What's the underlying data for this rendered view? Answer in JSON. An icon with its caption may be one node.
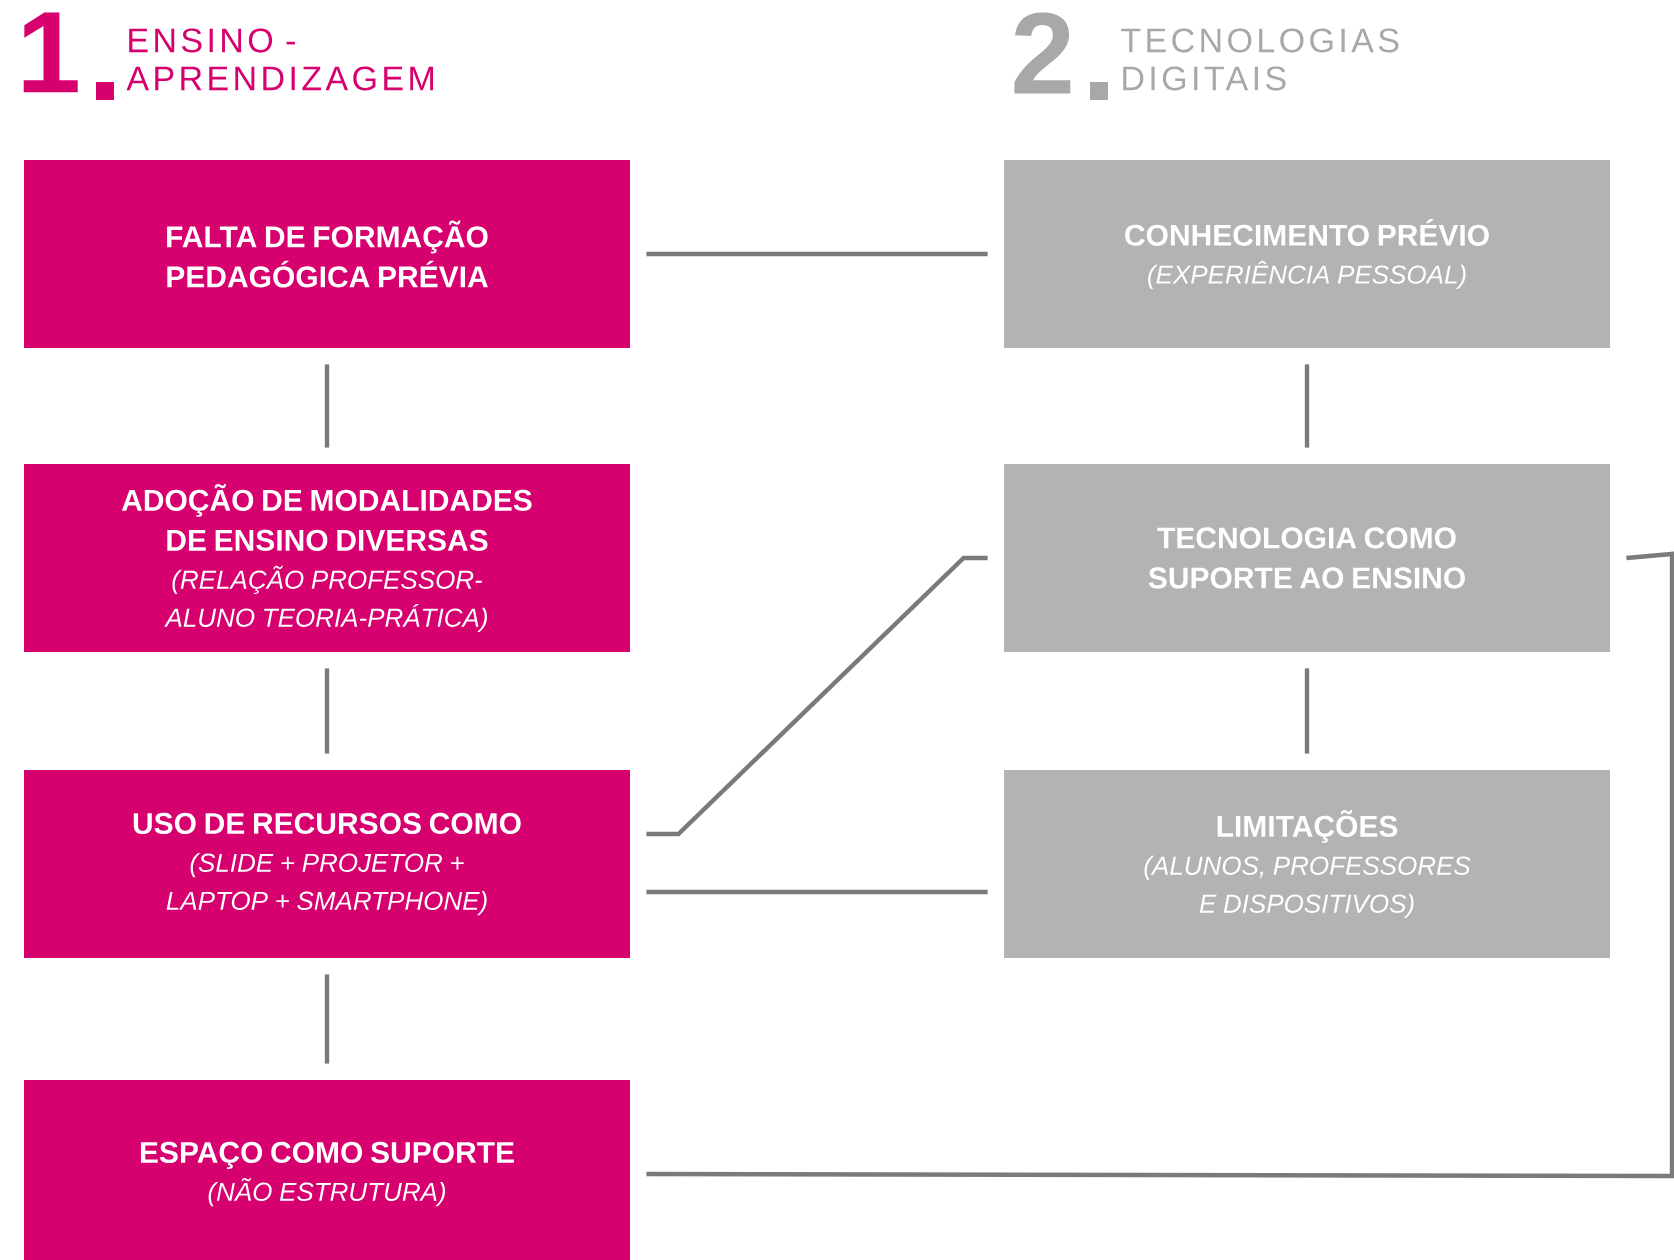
{
  "diagram": {
    "nodes": [
      {
        "text": [
          "FALTA DE FORMAÇÃO PEDAGÓGICA PRÉVIA"
        ]
      },
      {
        "text": [
          "ADOÇÃO DE MODALIDADES DE ENSINO DIVERSAS",
          "(RELAÇÃO PROFESSOR-ALUNO TEORIA-PRÁTICA)"
        ]
      },
      {
        "text": [
          "USO DE RECURSOS COMO",
          "(SLIDE + PROJETOR + LAPTOP + SMARTPHONE)"
        ]
      },
      {
        "text": [
          "ESPAÇO COMO SUPORTE",
          "(NÃO ESTRUTURA)"
        ]
      },
      {
        "text": [
          "CONHECIMENTO PRÉVIO",
          "(EXPERIÊNCIA PESSOAL)"
        ]
      },
      {
        "text": [
          "TECNOLOGIA COMO SUPORTE AO ENSINO"
        ]
      },
      {
        "text": [
          "LIMITAÇÕES",
          "(ALUNOS, PROFESSORES E DISPOSITIVOS)"
        ]
      }
    ],
    "edges": [
      {
        "from": 0,
        "to": 4,
        "arrow": "none"
      },
      {
        "from": 0,
        "to": 1,
        "arrow": "none"
      },
      {
        "from": 1,
        "to": 2,
        "arrow": "none"
      },
      {
        "from": 2,
        "to": 3,
        "arrow": "none"
      },
      {
        "from": 4,
        "to": 5,
        "arrow": "none"
      },
      {
        "from": 5,
        "to": 6,
        "arrow": "none"
      },
      {
        "from": 2,
        "to": 5,
        "arrow": "none"
      },
      {
        "from": 2,
        "to": 6,
        "arrow": "none"
      },
      {
        "from": 3,
        "to": 5,
        "arrow": "none"
      }
    ],
    "labels": [
      "1",
      "ENSINO - APRENDIZAGEM",
      "2",
      "TECNOLOGIAS DIGITAIS"
    ]
  }
}
